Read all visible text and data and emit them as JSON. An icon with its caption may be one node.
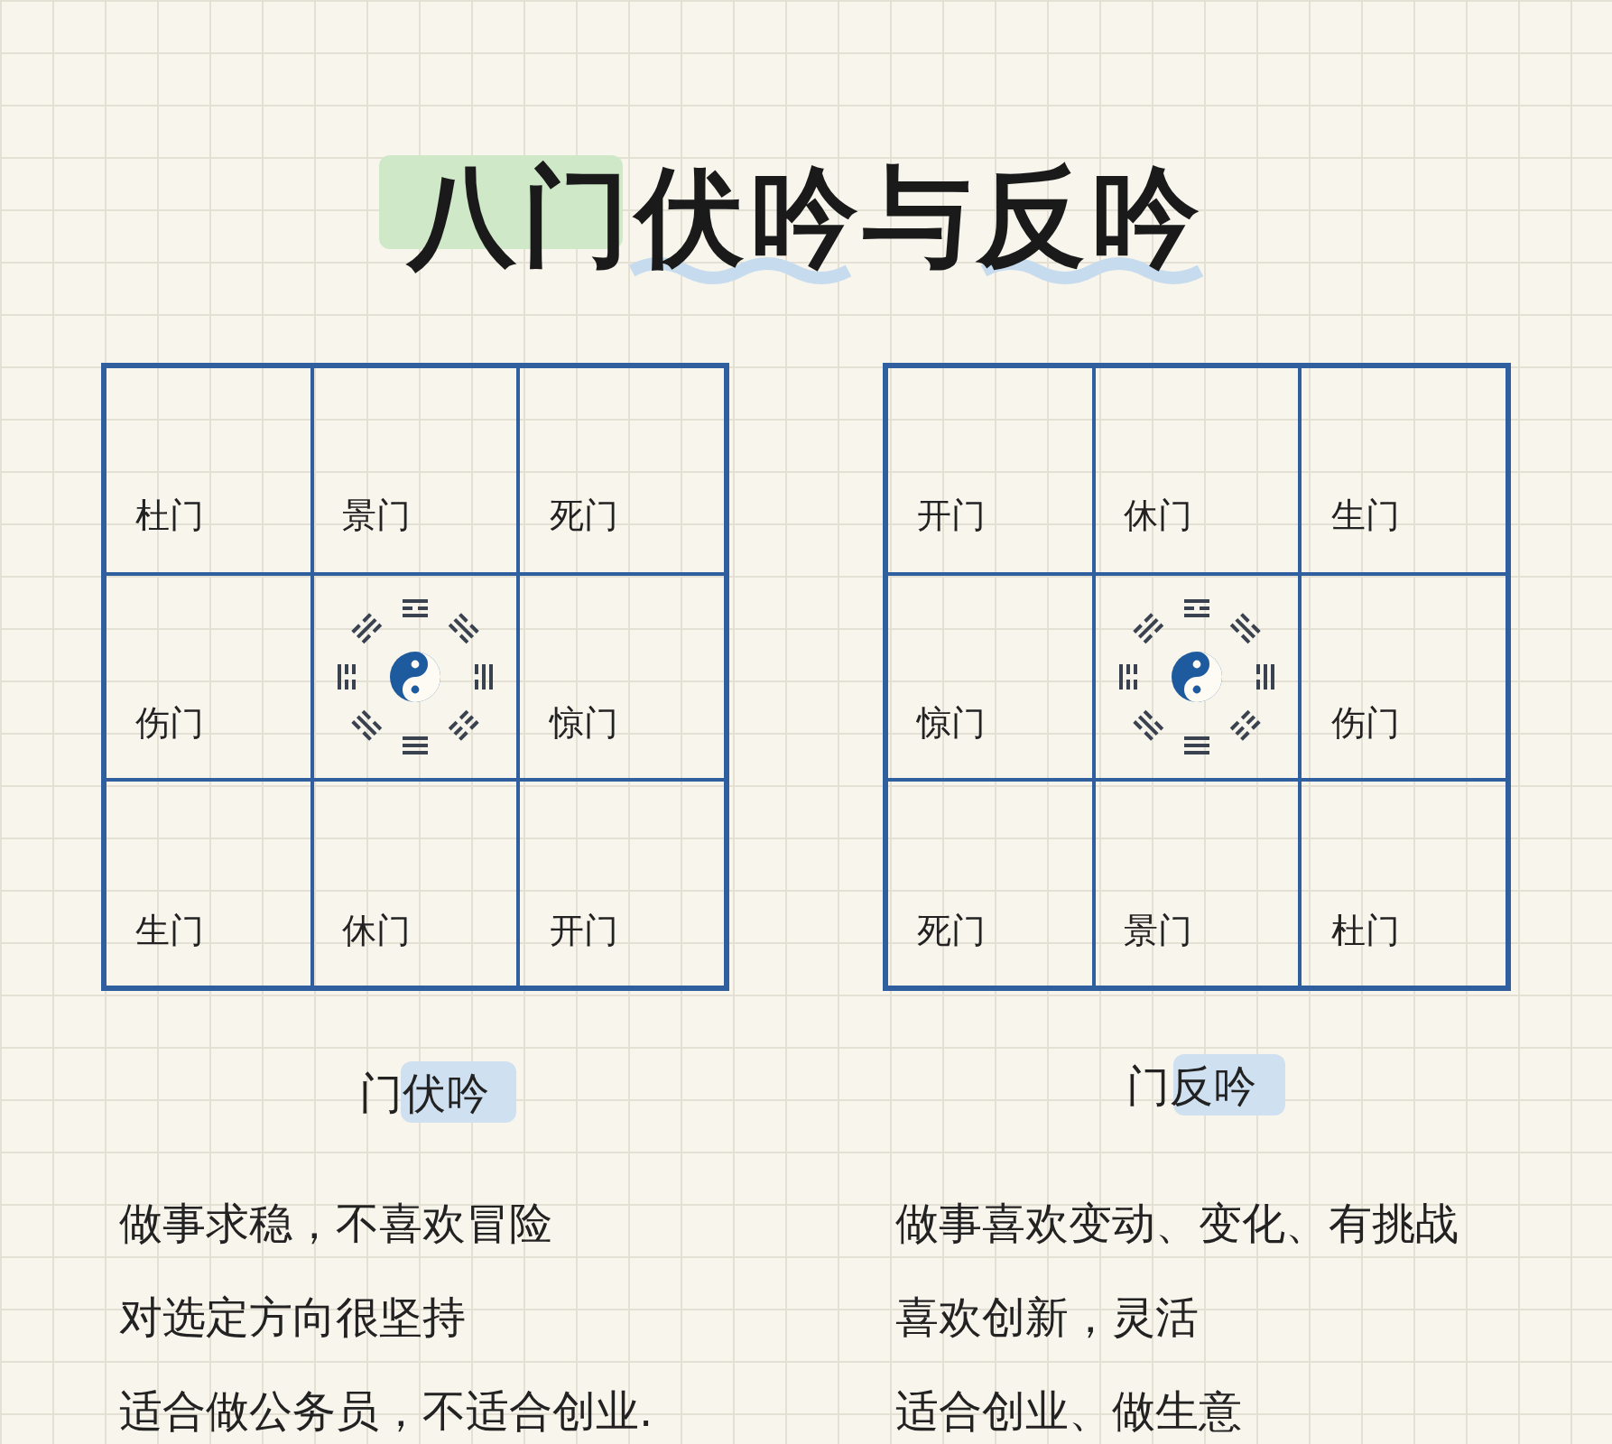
{
  "diagram": {
    "title": "八门伏吟与反吟",
    "nodes": [
      {
        "text": [
          "杜门"
        ]
      },
      {
        "text": [
          "景门"
        ]
      },
      {
        "text": [
          "死门"
        ]
      },
      {
        "text": [
          "伤门"
        ]
      },
      {
        "text": [],
        "shape": "box"
      },
      {
        "text": [
          "惊门"
        ]
      },
      {
        "text": [
          "生门"
        ]
      },
      {
        "text": [
          "休门"
        ]
      },
      {
        "text": [
          "开门"
        ]
      },
      {
        "text": [
          "开门"
        ]
      },
      {
        "text": [
          "休门"
        ]
      },
      {
        "text": [
          "生门"
        ]
      },
      {
        "text": [
          "惊门"
        ]
      },
      {
        "text": [],
        "shape": "box"
      },
      {
        "text": [
          "伤门"
        ]
      },
      {
        "text": [
          "死门"
        ]
      },
      {
        "text": [
          "景门"
        ]
      },
      {
        "text": [
          "杜门"
        ]
      }
    ],
    "labels": [
      "门伏吟",
      "门反吟",
      "做事求稳，不喜欢冒险",
      "做事喜欢变动、变化、有挑战",
      "对选定方向很坚持",
      "喜欢创新，灵活",
      "适合做公务员，不适合创业.",
      "适合创业、做生意"
    ]
  }
}
